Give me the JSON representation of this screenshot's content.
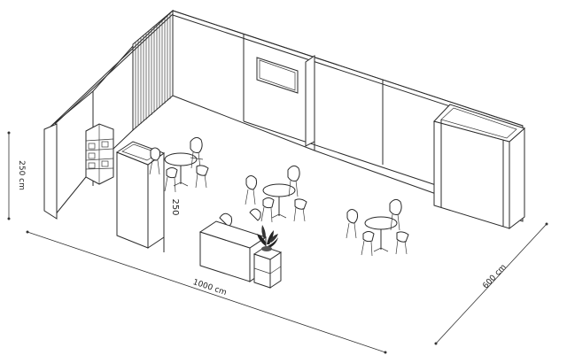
{
  "dimensions": {
    "height_label": "250 cm",
    "length_label": "1000 cm",
    "depth_label": "600 cm",
    "column_label": "250"
  },
  "colors": {
    "line": "#2b2b2b",
    "background": "#ffffff"
  }
}
